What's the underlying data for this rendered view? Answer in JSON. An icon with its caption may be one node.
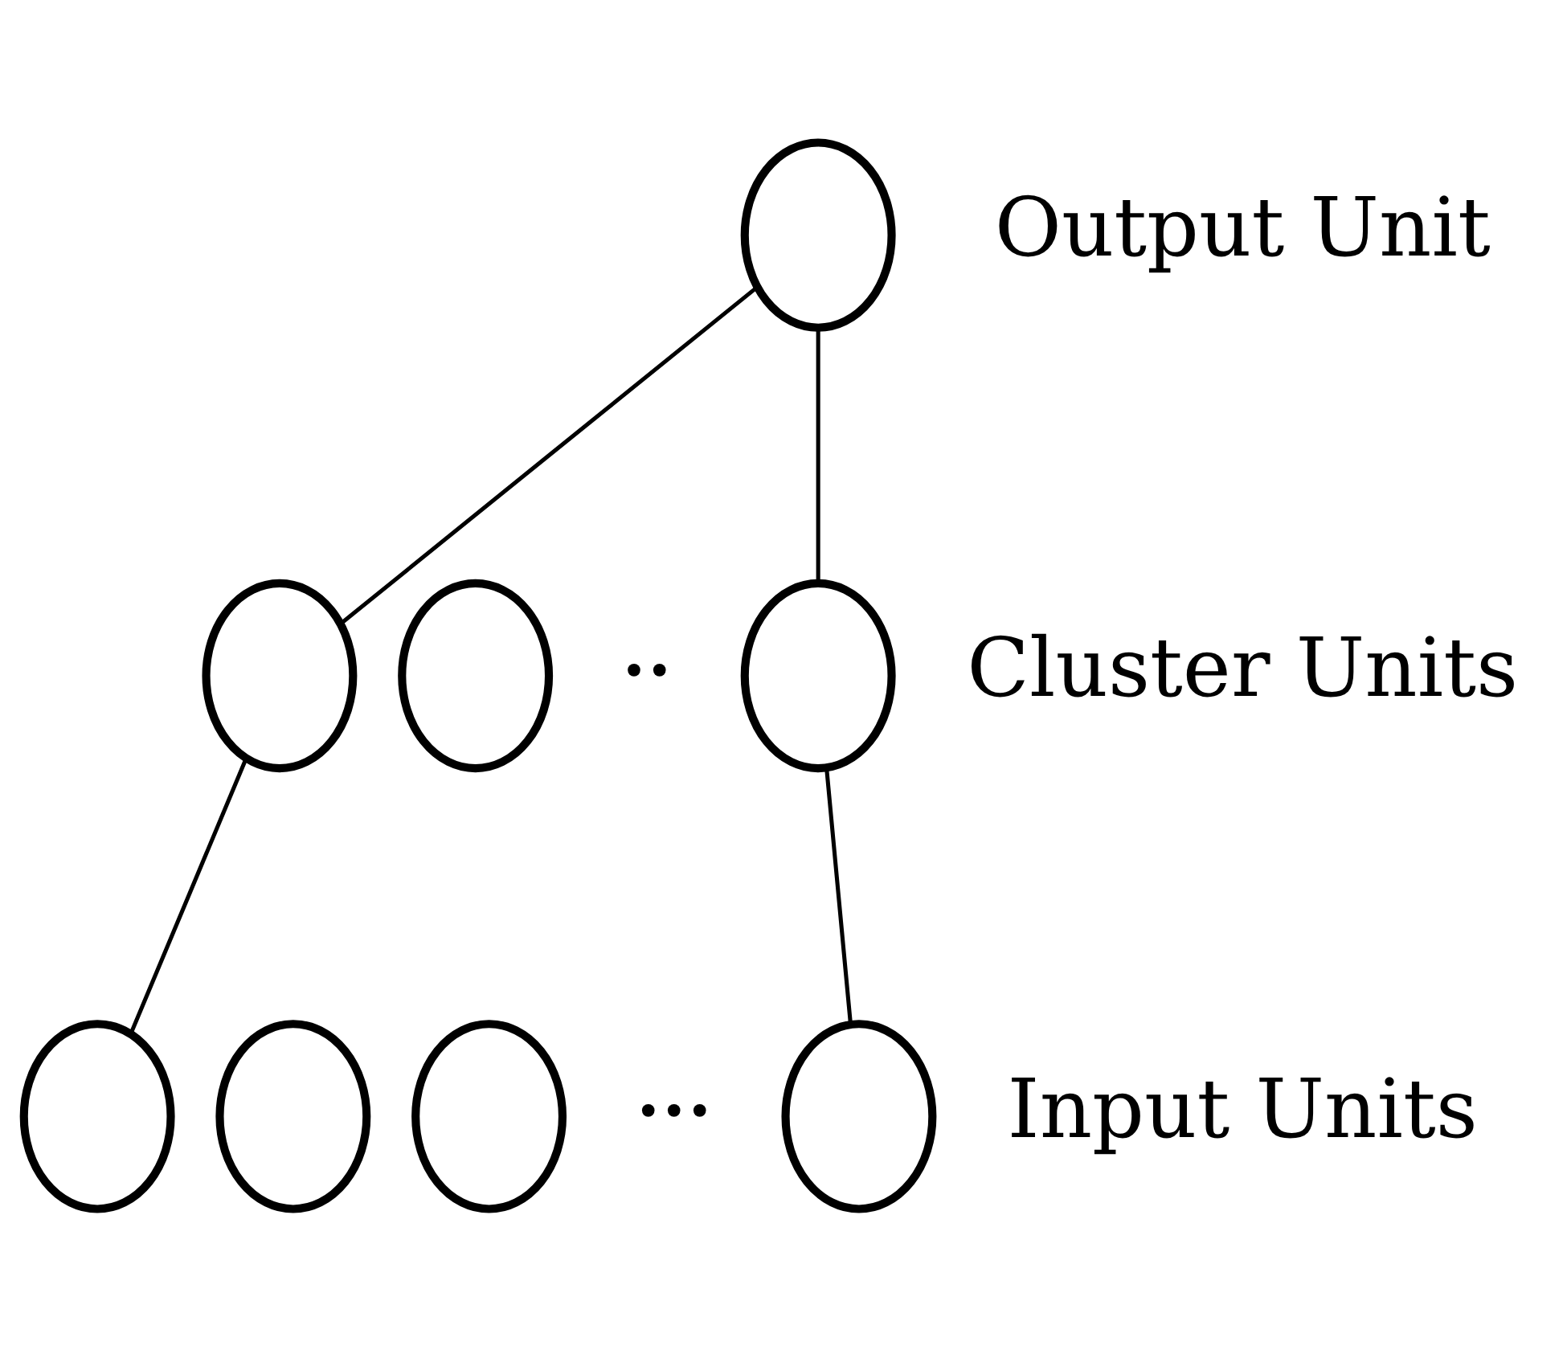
{
  "diagram": {
    "nodes": [
      {
        "text": [],
        "shape": "circle"
      },
      {
        "text": [],
        "shape": "circle"
      },
      {
        "text": [],
        "shape": "circle"
      },
      {
        "text": [],
        "shape": "circle"
      },
      {
        "text": [],
        "shape": "circle"
      },
      {
        "text": [],
        "shape": "circle"
      },
      {
        "text": [],
        "shape": "circle"
      },
      {
        "text": [],
        "shape": "circle"
      }
    ],
    "edges": [
      {
        "from": 0,
        "to": 1,
        "arrow": "none"
      },
      {
        "from": 0,
        "to": 3,
        "arrow": "none"
      },
      {
        "from": 1,
        "to": 4,
        "arrow": "none"
      },
      {
        "from": 3,
        "to": 7,
        "arrow": "none"
      }
    ],
    "labels": [
      "Output Unit",
      "••",
      "Cluster Units",
      "•••",
      "Input Units"
    ]
  }
}
